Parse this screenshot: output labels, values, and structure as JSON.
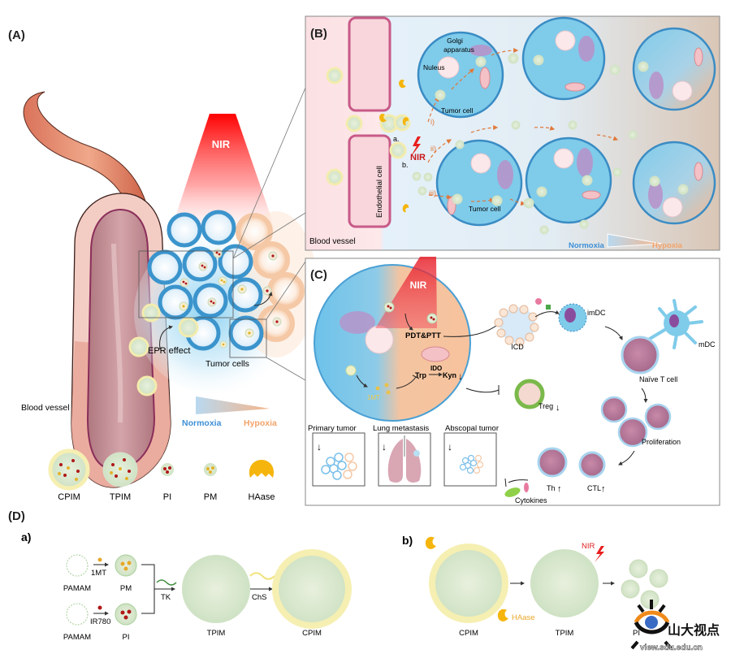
{
  "panels": {
    "A": {
      "letter": "(A)",
      "nir_label": "NIR",
      "epr_label": "EPR effect",
      "tumor_cells_label": "Tumor cells",
      "blood_vessel_label": "Blood vessel",
      "normoxia_label": "Normoxia",
      "hypoxia_label": "Hypoxia"
    },
    "legend": {
      "items": [
        {
          "label": "CPIM"
        },
        {
          "label": "TPIM"
        },
        {
          "label": "PI"
        },
        {
          "label": "PM"
        },
        {
          "label": "HAase"
        }
      ]
    },
    "B": {
      "letter": "(B)",
      "golgi_label_1": "Golgi",
      "golgi_label_2": "apparatus",
      "nucleus_label": "Nuleus",
      "tumor_cell_label_top": "Tumor cell",
      "tumor_cell_label_bottom": "Tumor cell",
      "endothelial_label": "Endothelial cell",
      "blood_vessel_label": "Blood vessel",
      "nir_label": "NIR",
      "path_a": "a.",
      "path_b": "b.",
      "route_i": "i)",
      "route_ii": "ii)",
      "route_iii": "iii)",
      "normoxia_label": "Normoxia",
      "hypoxia_label": "Hypoxia"
    },
    "C": {
      "letter": "(C)",
      "nir_label": "NIR",
      "pdt_ptt_label": "PDT&PTT",
      "trp_label": "Trp",
      "ido_label": "IDO",
      "kyn_label": "Kyn",
      "onemt_label": "1MT",
      "icd_label": "ICD",
      "imdc_label": "imDC",
      "mdc_label": "mDC",
      "naive_t_label": "Naïve T cell",
      "proliferation_label": "Proliferation",
      "treg_label": "Treg",
      "th_label": "Th",
      "ctl_label": "CTL",
      "cytokines_label": "Cytokines",
      "outcomes": [
        {
          "label": "Primary tumor"
        },
        {
          "label": "Lung metastasis"
        },
        {
          "label": "Abscopal tumor"
        }
      ]
    },
    "D": {
      "letter": "(D)",
      "a": {
        "letter": "a)",
        "pamam_top": "PAMAM",
        "pamam_bottom": "PAMAM",
        "onemt": "1MT",
        "ir780": "IR780",
        "pm": "PM",
        "pi": "PI",
        "tk": "TK",
        "chs": "ChS",
        "tpim": "TPIM",
        "cpim": "CPIM"
      },
      "b": {
        "letter": "b)",
        "cpim": "CPIM",
        "tpim": "TPIM",
        "pi": "PI",
        "haase": "HAase",
        "nir": "NIR"
      }
    }
  },
  "watermark": {
    "text_cn": "山大视点",
    "url_text": "view.sdu.edu.cn"
  },
  "colors": {
    "normoxia_blue": "#3d8fd6",
    "hypoxia_orange": "#f2a36b",
    "nir_red": "#e81e1e",
    "cell_blue": "#7cc8ea",
    "cell_border": "#3a8cc4",
    "vessel_pink": "#c85a88",
    "haase_yellow": "#f5b50c",
    "nanoparticle_green": "#dbe9d2"
  }
}
